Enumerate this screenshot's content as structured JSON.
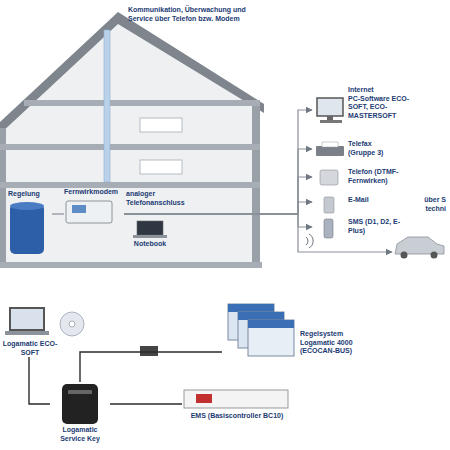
{
  "diagram": {
    "title": "Kommunikation, Überwachung und Service über Telefon bzw. Modem",
    "nodes": [
      {
        "text": [
          "Regelung"
        ]
      },
      {
        "text": [
          "Fernwirkmodem"
        ]
      },
      {
        "text": [
          "Notebook"
        ]
      },
      {
        "text": [
          "Internet",
          "PC-Software ECO-SOFT, ECO-MASTERSOFT"
        ]
      },
      {
        "text": [
          "Telefax (Gruppe 3)"
        ]
      },
      {
        "text": [
          "Telefon (DTMF-Fernwirken)"
        ]
      },
      {
        "text": [
          "E-Mail"
        ]
      },
      {
        "text": [
          "SMS (D1, D2, E-Plus)"
        ]
      },
      {
        "text": [
          "über S techni"
        ]
      },
      {
        "text": [
          "Logamatic ECO-SOFT"
        ]
      },
      {
        "text": [
          "Regelsystem Logamatic 4000 (ECOCAN-BUS)"
        ]
      },
      {
        "text": [
          "Logamatic Service Key"
        ]
      },
      {
        "text": [
          "EMS (Basiscontroller BC10)"
        ]
      }
    ],
    "edges": [
      {
        "from": 0,
        "to": 1,
        "arrow": "none"
      },
      {
        "from": 1,
        "to": 3,
        "arrow": "to"
      },
      {
        "from": 1,
        "to": 4,
        "arrow": "to"
      },
      {
        "from": 1,
        "to": 5,
        "arrow": "to"
      },
      {
        "from": 1,
        "to": 6,
        "arrow": "to"
      },
      {
        "from": 1,
        "to": 7,
        "arrow": "to"
      },
      {
        "from": 1,
        "to": 8,
        "arrow": "to"
      },
      {
        "from": 9,
        "to": 11,
        "arrow": "none"
      },
      {
        "from": 11,
        "to": 10,
        "arrow": "none"
      },
      {
        "from": 11,
        "to": 12,
        "arrow": "none"
      }
    ],
    "labels": [
      "analoger Telefonanschluss"
    ]
  }
}
